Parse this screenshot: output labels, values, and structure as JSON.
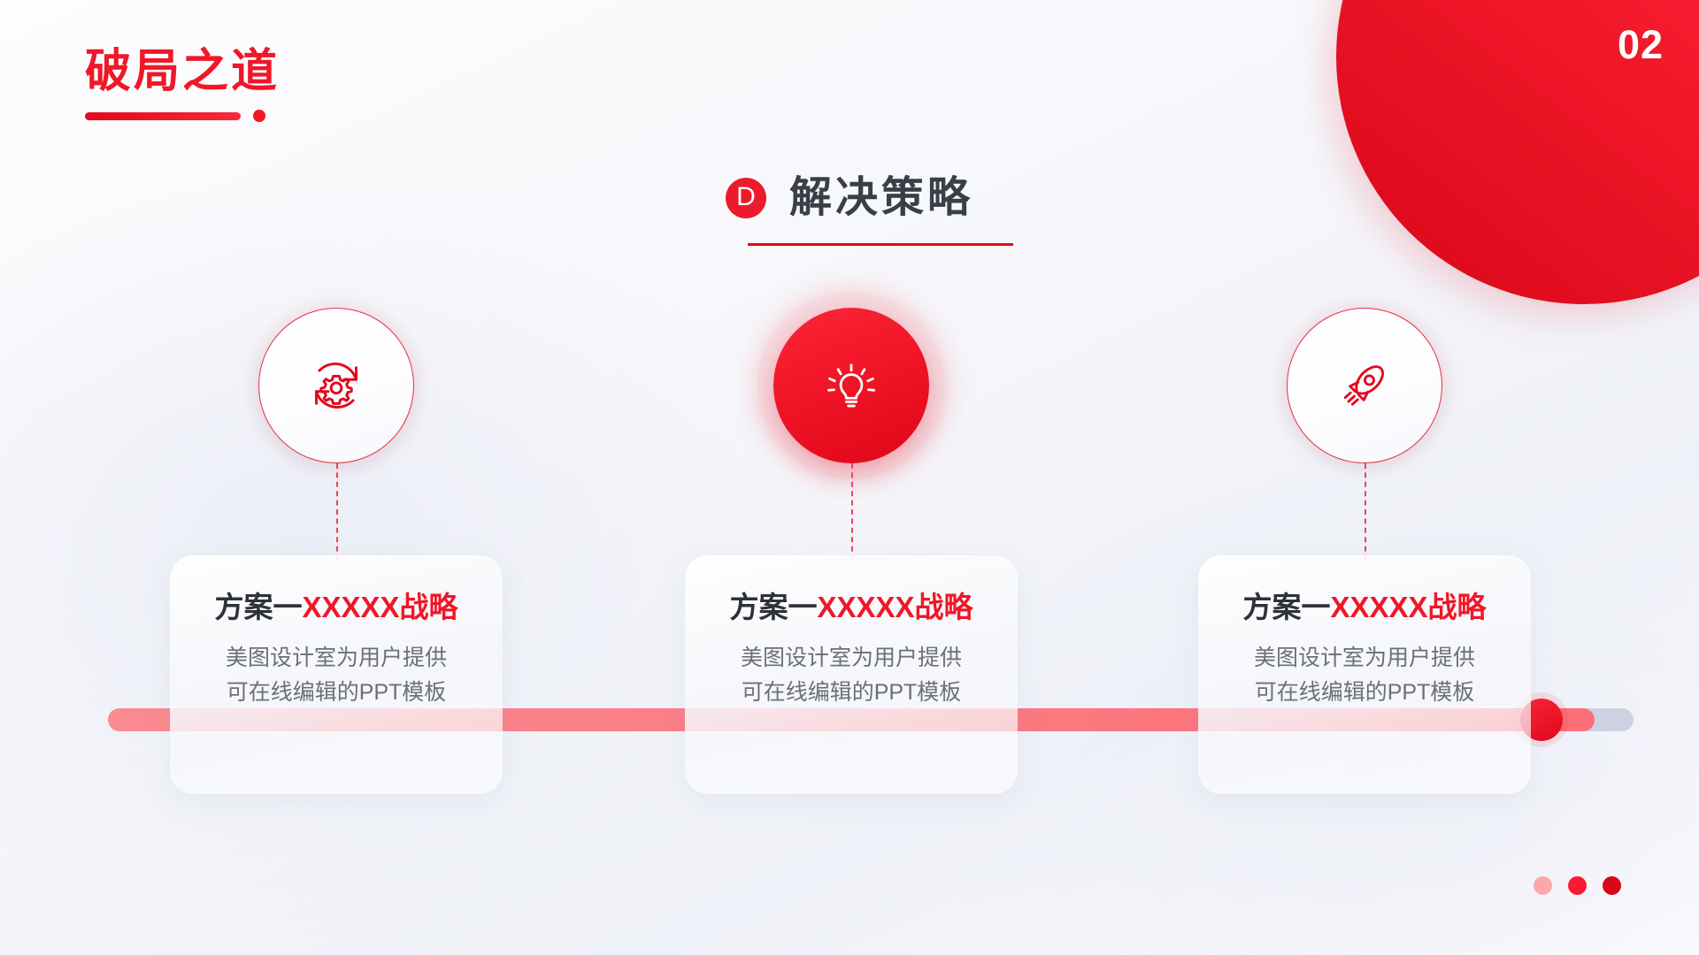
{
  "slide": {
    "title": "破局之道",
    "corner_number": "02",
    "accent_color": "#f01728",
    "dark_text_color": "#3a3f47"
  },
  "section": {
    "badge_letter": "D",
    "heading": "解决策略"
  },
  "timeline": {
    "nodes": [
      {
        "icon": "gear-cycle-icon",
        "state": "inactive"
      },
      {
        "icon": "lightbulb-icon",
        "state": "active"
      },
      {
        "icon": "rocket-icon",
        "state": "inactive"
      }
    ]
  },
  "cards": [
    {
      "title_prefix": "方案一",
      "title_accent": "XXXXX战略",
      "desc_line1": "美图设计室为用户提供",
      "desc_line2": "可在线编辑的PPT模板"
    },
    {
      "title_prefix": "方案一",
      "title_accent": "XXXXX战略",
      "desc_line1": "美图设计室为用户提供",
      "desc_line2": "可在线编辑的PPT模板"
    },
    {
      "title_prefix": "方案一",
      "title_accent": "XXXXX战略",
      "desc_line1": "美图设计室为用户提供",
      "desc_line2": "可在线编辑的PPT模板"
    }
  ],
  "pagination": {
    "dots": [
      "#fba8ab",
      "#fa1a32",
      "#d90718"
    ]
  }
}
